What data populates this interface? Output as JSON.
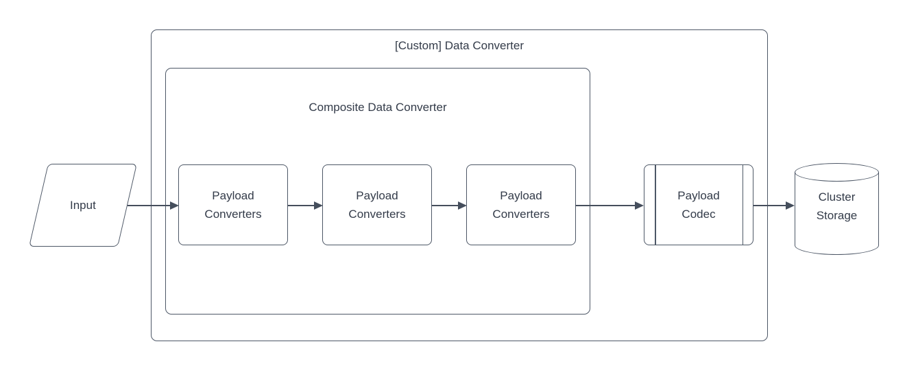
{
  "diagram": {
    "colors": {
      "stroke": "#4d5766",
      "text": "#333b49",
      "background": "#ffffff"
    },
    "groups": {
      "custom_data_converter": {
        "label": "[Custom] Data Converter"
      },
      "composite_data_converter": {
        "label": "Composite Data Converter"
      }
    },
    "nodes": {
      "input": {
        "label": "Input",
        "shape": "parallelogram"
      },
      "payload_converters_1": {
        "label": "Payload Converters",
        "shape": "rounded-rectangle"
      },
      "payload_converters_2": {
        "label": "Payload Converters",
        "shape": "rounded-rectangle"
      },
      "payload_converters_3": {
        "label": "Payload Converters",
        "shape": "rounded-rectangle"
      },
      "payload_codec": {
        "label": "Payload Codec",
        "shape": "predefined-process"
      },
      "cluster_storage": {
        "label": "Cluster Storage",
        "shape": "cylinder"
      }
    },
    "edges": [
      {
        "from": "input",
        "to": "payload_converters_1"
      },
      {
        "from": "payload_converters_1",
        "to": "payload_converters_2"
      },
      {
        "from": "payload_converters_2",
        "to": "payload_converters_3"
      },
      {
        "from": "payload_converters_3",
        "to": "payload_codec"
      },
      {
        "from": "payload_codec",
        "to": "cluster_storage"
      }
    ]
  }
}
